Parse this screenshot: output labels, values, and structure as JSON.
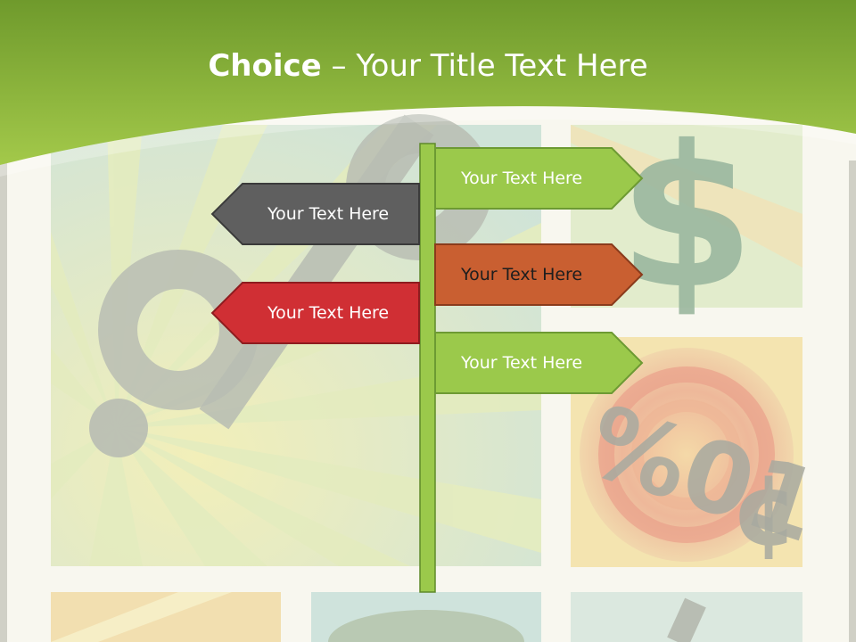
{
  "slide": {
    "title_bold": "Choice",
    "title_rest": " – Your Title Text Here"
  },
  "signs": {
    "right_top": "Your Text Here",
    "left_top": "Your Text Here",
    "right_middle": "Your Text Here",
    "left_bottom": "Your Text Here",
    "right_bottom": "Your Text Here"
  },
  "colors": {
    "header_green": "#8ab83a",
    "pole_green": "#9bc94b",
    "sign_green": "#9bc94b",
    "sign_gray": "#5f5f5f",
    "sign_orange": "#c95f31",
    "sign_red": "#d02f34"
  },
  "background_icons": [
    "percent-icon",
    "dollar-icon",
    "cent-icon"
  ]
}
